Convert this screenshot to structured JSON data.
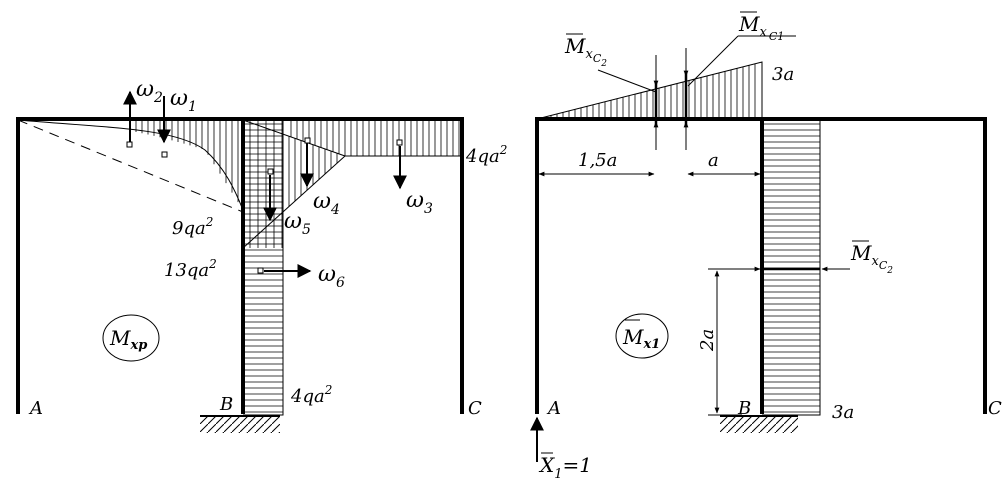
{
  "left_diagram": {
    "title": "M",
    "title_sub": "xp",
    "support_labels": [
      "A",
      "B",
      "C"
    ],
    "omega_labels": [
      {
        "symbol": "ω",
        "sub": "1"
      },
      {
        "symbol": "ω",
        "sub": "2"
      },
      {
        "symbol": "ω",
        "sub": "3"
      },
      {
        "symbol": "ω",
        "sub": "4"
      },
      {
        "symbol": "ω",
        "sub": "5"
      },
      {
        "symbol": "ω",
        "sub": "6"
      }
    ],
    "moment_values": {
      "right_beam": "4qa",
      "joint_top": "9qa",
      "joint_mid": "13qa",
      "column_bottom": "4qa"
    },
    "power": "2"
  },
  "right_diagram": {
    "title": "M",
    "title_sub": "x1",
    "support_labels": [
      "A",
      "B",
      "C"
    ],
    "ordinate_top": "3a",
    "ordinate_bottom": "3a",
    "dim_left": "1,5a",
    "dim_right": "a",
    "dim_vertical": "2a",
    "label_mxc2_top": {
      "main": "M",
      "sub": "x",
      "subsub": "C",
      "subsubsub": "2"
    },
    "label_mxc1": {
      "main": "M",
      "sub": "x",
      "subsub": "C1"
    },
    "label_mxc2_right": {
      "main": "M",
      "sub": "x",
      "subsub": "C",
      "subsubsub": "2"
    },
    "force": {
      "main": "X",
      "sub": "1",
      "value": "=1"
    }
  }
}
